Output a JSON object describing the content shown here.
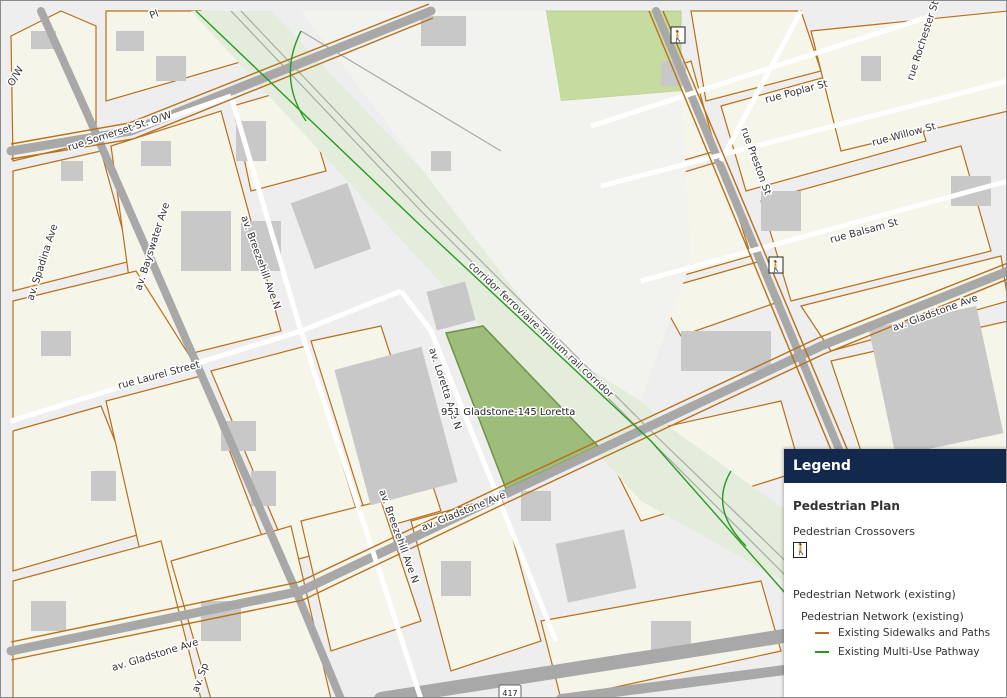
{
  "map": {
    "colors": {
      "background": "#eeeeee",
      "block": "#f6f5ea",
      "rail_corridor": "#e4eddc",
      "road_major": "#a8a8a8",
      "sidewalk": "#b8701a",
      "multi_use_pathway": "#2a9a22",
      "site_fill": "#8fb466",
      "park_fill": "#c6dba0",
      "building": "#c8c8c8"
    },
    "streets": [
      {
        "name": "rue Somerset St. O/W"
      },
      {
        "name": "av. Bayswater Ave"
      },
      {
        "name": "av. Spadina Ave"
      },
      {
        "name": "rue Laurel Street"
      },
      {
        "name": "av. Breezehill Ave N"
      },
      {
        "name": "av. Breezehill Ave N"
      },
      {
        "name": "av. Loretta Ave N"
      },
      {
        "name": "av. Gladstone Ave"
      },
      {
        "name": "av. Gladstone Ave"
      },
      {
        "name": "av. Gladstone Ave"
      },
      {
        "name": "rue Preston St"
      },
      {
        "name": "rue Poplar St"
      },
      {
        "name": "rue Rochester St"
      },
      {
        "name": "rue Willow St"
      },
      {
        "name": "rue Balsam St"
      },
      {
        "name": "corridor ferroviaire Trillium rail corridor"
      },
      {
        "name": "O/W"
      },
      {
        "name": "Pl"
      },
      {
        "name": "av. Sp"
      }
    ],
    "site_label": "951 Gladstone-145 Loretta",
    "highway_shield": "417",
    "crossover_count": 2
  },
  "legend": {
    "title": "Legend",
    "section_title": "Pedestrian Plan",
    "crossovers_label": "Pedestrian Crossovers",
    "network_group_label": "Pedestrian Network (existing)",
    "network_sub_label": "Pedestrian Network (existing)",
    "items": [
      {
        "label": "Existing Sidewalks and Paths",
        "color": "#b8701a"
      },
      {
        "label": "Existing Multi-Use Pathway",
        "color": "#2a9a22"
      }
    ]
  }
}
